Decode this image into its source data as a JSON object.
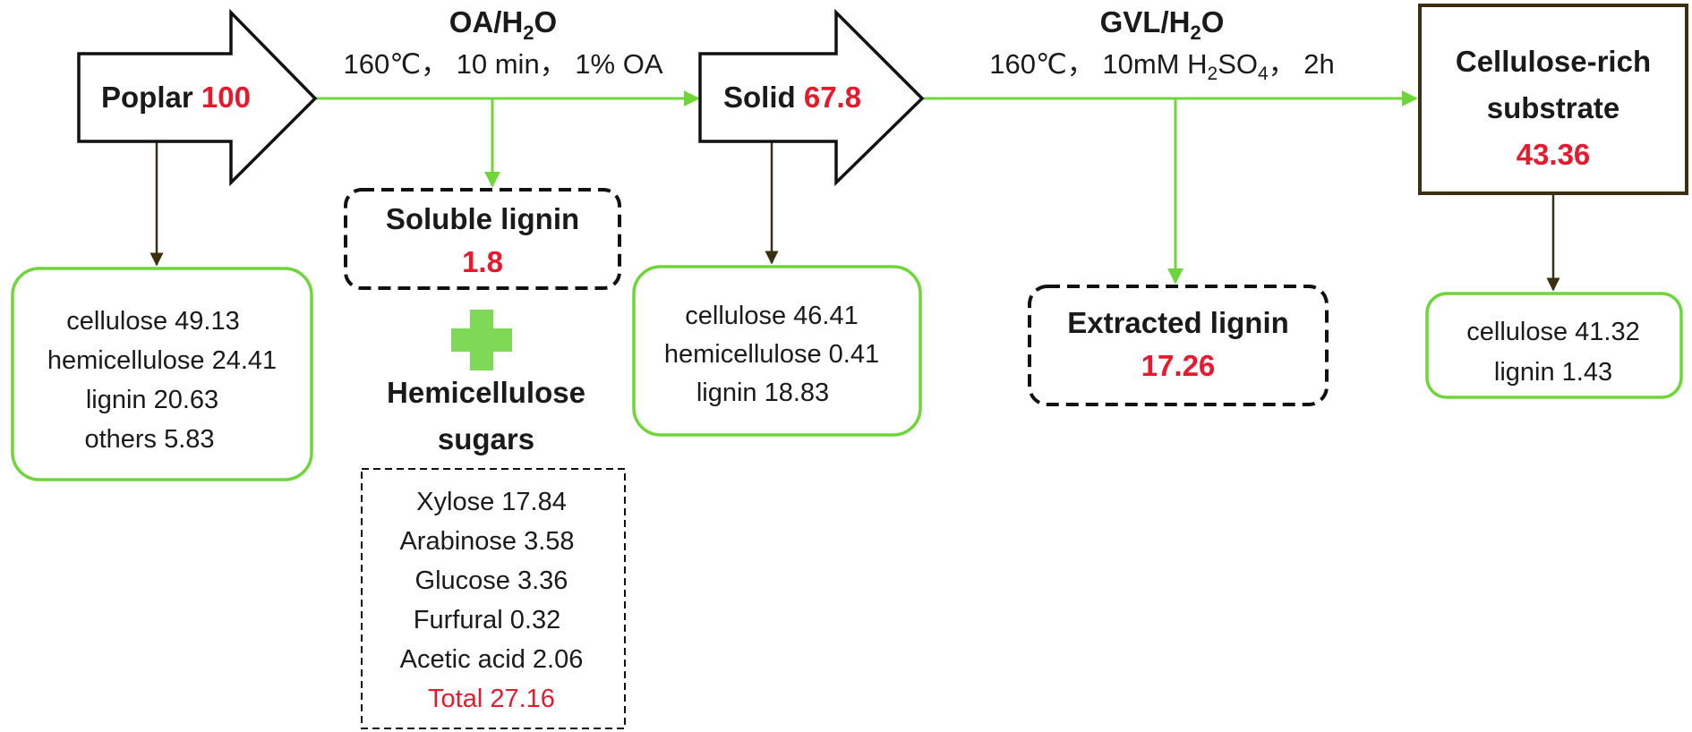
{
  "step1": {
    "title_main": "OA/H",
    "title_sub": "2",
    "title_end": "O",
    "conditions": "160℃，  10 min，  1% OA"
  },
  "step2": {
    "title_main": "GVL/H",
    "title_sub": "2",
    "title_end": "O",
    "cond_a": "160℃，  10mM H",
    "cond_sub1": "2",
    "cond_b": "SO",
    "cond_sub2": "4",
    "cond_c": "，  2h"
  },
  "poplar": {
    "label": "Poplar",
    "value": "100"
  },
  "solid": {
    "label": "Solid",
    "value": "67.8"
  },
  "cellulose_rich": {
    "line1": "Cellulose-rich",
    "line2": "substrate",
    "value": "43.36"
  },
  "poplar_composition": [
    "cellulose 49.13",
    "hemicellulose 24.41",
    "lignin 20.63",
    "others 5.83"
  ],
  "solid_composition": [
    "cellulose 46.41",
    "hemicellulose 0.41",
    "lignin 18.83"
  ],
  "cellulose_rich_composition": [
    "cellulose 41.32",
    "lignin 1.43"
  ],
  "soluble_lignin": {
    "label": "Soluble lignin",
    "value": "1.8"
  },
  "extracted_lignin": {
    "label": "Extracted lignin",
    "value": "17.26"
  },
  "hemicellulose_sugars": {
    "line1": "Hemicellulose",
    "line2": "sugars",
    "items": [
      "Xylose 17.84",
      "Arabinose 3.58",
      "Glucose 3.36",
      "Furfural 0.32",
      "Acetic acid 2.06"
    ],
    "total": "Total 27.16"
  },
  "colors": {
    "green": "#6fd63a",
    "red": "#e8192c",
    "brown": "#3b2f12",
    "plus_green": "#7ed957"
  }
}
